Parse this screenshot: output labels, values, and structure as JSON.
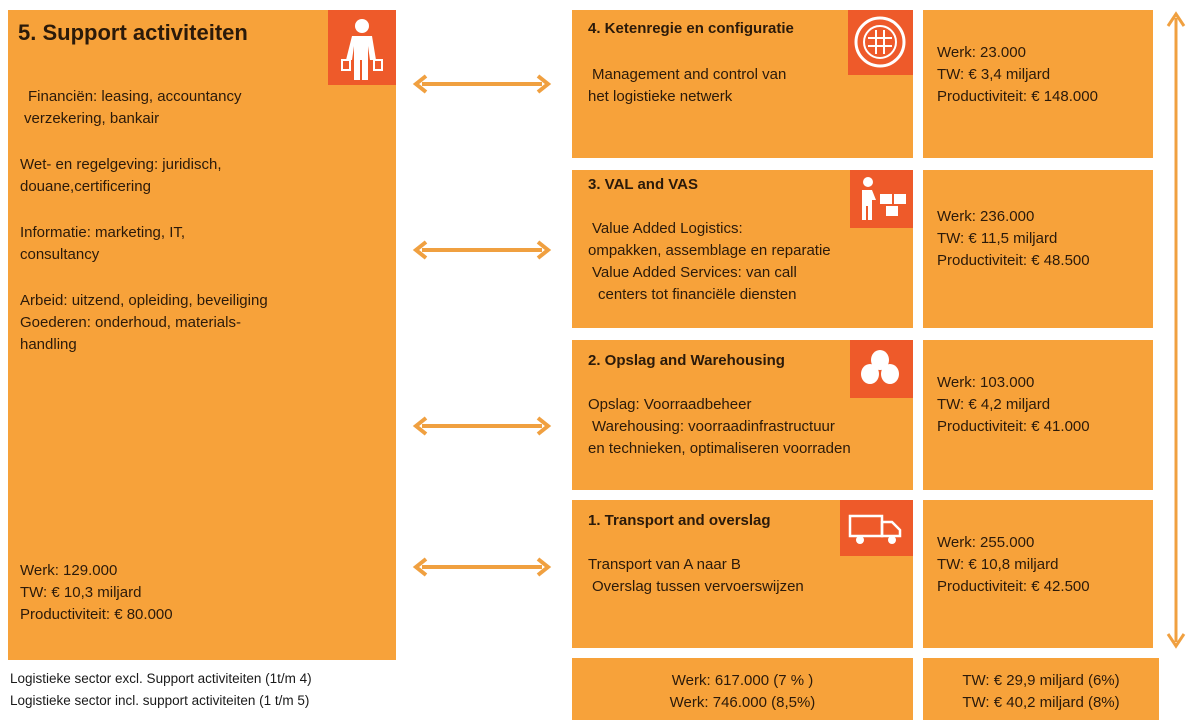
{
  "support": {
    "title": "5. Support activiteiten",
    "lines": [
      "Financiën: leasing, accountancy",
      "verzekering, bankair",
      "Wet- en regelgeving: juridisch,",
      "douane,certificering",
      "Informatie: marketing, IT,",
      "consultancy",
      "Arbeid: uitzend, opleiding, beveiliging",
      "Goederen: onderhoud, materials-",
      "handling"
    ],
    "stats": [
      "Werk: 129.000",
      "TW: € 10,3 miljard",
      "Productiviteit: € 80.000"
    ]
  },
  "activities": [
    {
      "title": "4. Ketenregie en configuratie",
      "lines": [
        "Management and control van",
        "het logistieke netwerk"
      ],
      "stats": [
        "Werk: 23.000",
        "TW: € 3,4 miljard",
        "Productiviteit: € 148.000"
      ],
      "icon": "network-icon"
    },
    {
      "title": "3. VAL and VAS",
      "lines": [
        "Value Added Logistics:",
        "ompakken, assemblage en reparatie",
        "Value Added Services: van call",
        "centers tot financiële diensten"
      ],
      "stats": [
        "Werk: 236.000",
        "TW: € 11,5 miljard",
        "Productiviteit: € 48.500"
      ],
      "icon": "worker-boxes-icon"
    },
    {
      "title": "2. Opslag and Warehousing",
      "lines": [
        "Opslag: Voorraadbeheer",
        "Warehousing: voorraadinfrastructuur",
        "en technieken, optimaliseren voorraden"
      ],
      "stats": [
        "Werk: 103.000",
        "TW: € 4,2 miljard",
        "Productiviteit: € 41.000"
      ],
      "icon": "barrels-icon"
    },
    {
      "title": "1. Transport and overslag",
      "lines": [
        "Transport van A naar B",
        "Overslag tussen vervoerswijzen"
      ],
      "stats": [
        "Werk: 255.000",
        "TW: € 10,8 miljard",
        "Productiviteit: € 42.500"
      ],
      "icon": "truck-icon"
    }
  ],
  "totals": {
    "labels": [
      "Logistieke sector excl. Support activiteiten (1t/m 4)",
      "Logistieke sector incl. support activiteiten (1 t/m 5)"
    ],
    "werk": [
      "Werk: 617.000 (7 % )",
      "Werk: 746.000 (8,5%)"
    ],
    "tw": [
      "TW: € 29,9 miljard (6%)",
      "TW: € 40,2 miljard (8%)"
    ]
  },
  "colors": {
    "box": "#f7a23a",
    "icon": "#ee5a2a",
    "arrow": "#f0a040"
  }
}
